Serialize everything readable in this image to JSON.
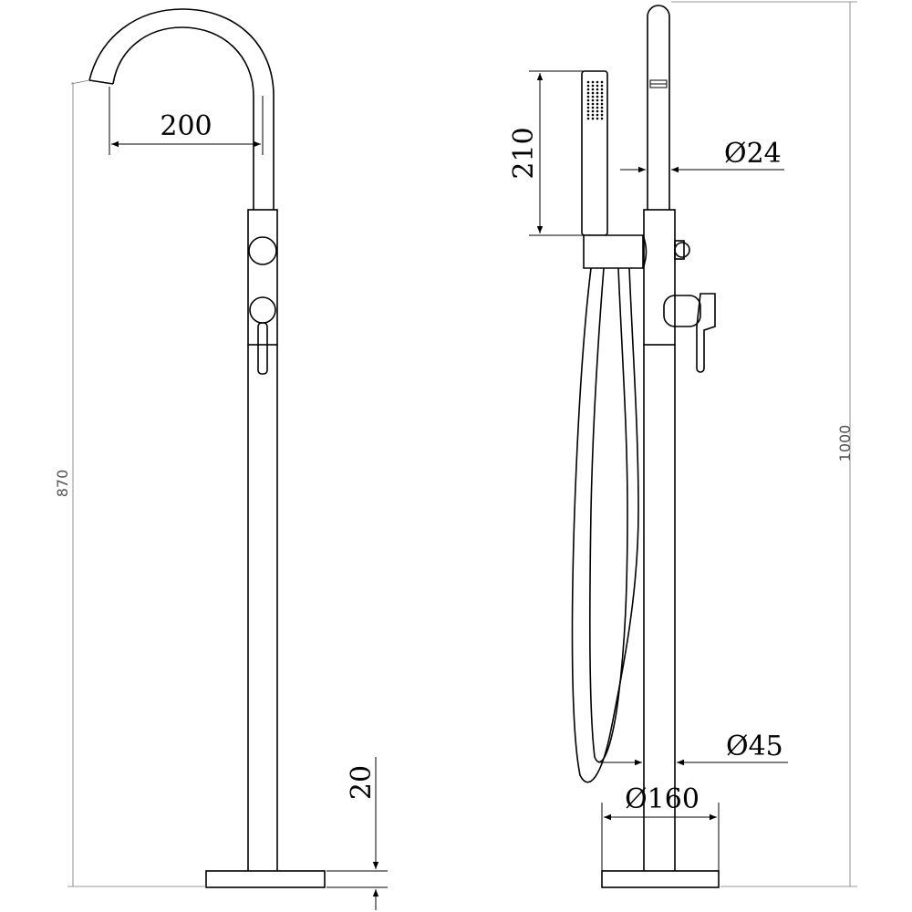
{
  "dimensions": {
    "spout_reach": "200",
    "total_height_left": "870",
    "base_thickness": "20",
    "handshower_length": "210",
    "spout_tube_dia": "Ø24",
    "body_dia": "Ø45",
    "base_dia": "Ø160",
    "total_height_right": "1000"
  }
}
